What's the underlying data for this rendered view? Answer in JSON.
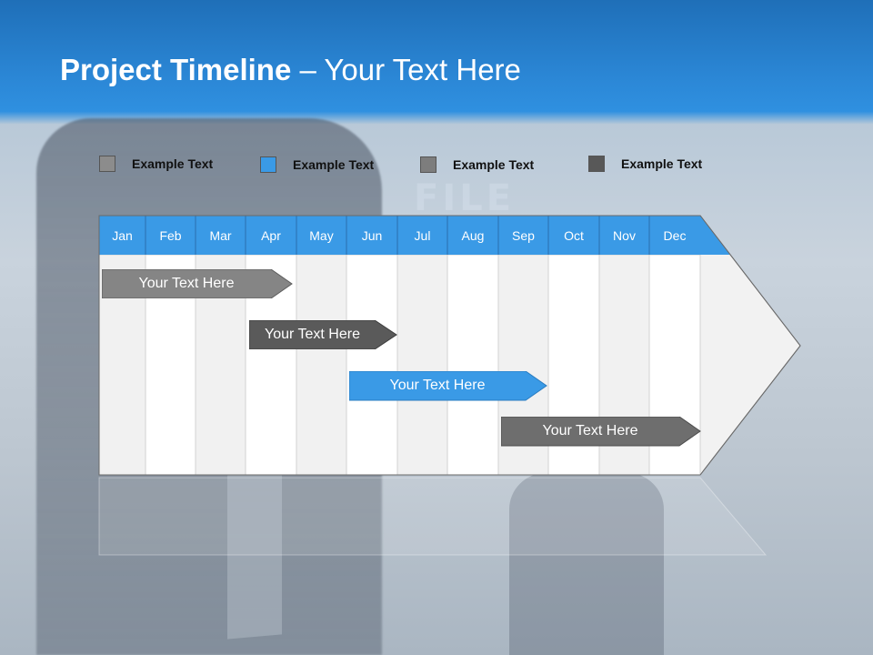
{
  "title": {
    "bold": "Project Timeline",
    "rest": " – Your Text Here"
  },
  "legend": [
    {
      "label": "Example Text",
      "color": "#8c8c8c"
    },
    {
      "label": "Example Text",
      "color": "#3a9ae6"
    },
    {
      "label": "Example Text",
      "color": "#7d7d7d"
    },
    {
      "label": "Example Text",
      "color": "#585858"
    }
  ],
  "months": [
    "Jan",
    "Feb",
    "Mar",
    "Apr",
    "May",
    "Jun",
    "Jul",
    "Aug",
    "Sep",
    "Oct",
    "Nov",
    "Dec"
  ],
  "tasks": [
    {
      "label": "Your  Text Here",
      "color": "#858585"
    },
    {
      "label": "Your  Text Here",
      "color": "#5a5a5a"
    },
    {
      "label": "Your  Text Here",
      "color": "#3a9ae6"
    },
    {
      "label": "Your  Text Here",
      "color": "#6e6e6e"
    }
  ],
  "colors": {
    "header": "#3a9ae6",
    "column_alt": "#f1f1f1",
    "column": "#ffffff"
  }
}
